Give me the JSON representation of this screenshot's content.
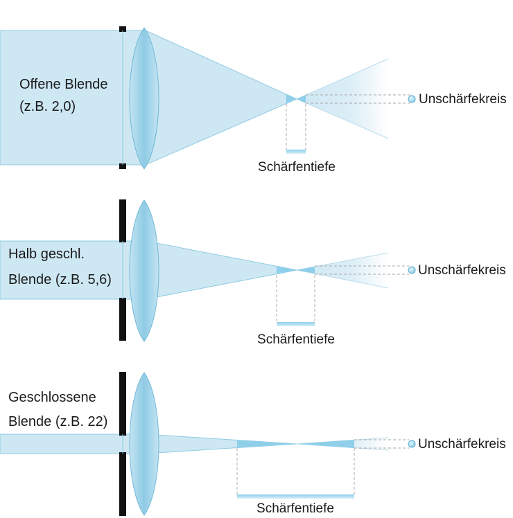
{
  "colors": {
    "beam": "#cde7f3",
    "beam_edge": "#8fcbe3",
    "lens": "#a3d4ea",
    "lens_edge": "#6fb8d8",
    "aperture": "#111111",
    "dof_bar": "#a9d9ee",
    "dashed": "#a8a8a8",
    "text": "#1a1a1a"
  },
  "panels": [
    {
      "label_line1": "Offene Blende",
      "label_line2": "(z.B. 2,0)",
      "dof_label": "Schärfentiefe",
      "coc_label": "Unschärfekreis"
    },
    {
      "label_line1": "Halb geschl.",
      "label_line2": "Blende (z.B. 5,6)",
      "dof_label": "Schärfentiefe",
      "coc_label": "Unschärfekreis"
    },
    {
      "label_line1": "Geschlossene",
      "label_line2": "Blende (z.B. 22)",
      "dof_label": "Schärfentiefe",
      "coc_label": "Unschärfekreis"
    }
  ]
}
